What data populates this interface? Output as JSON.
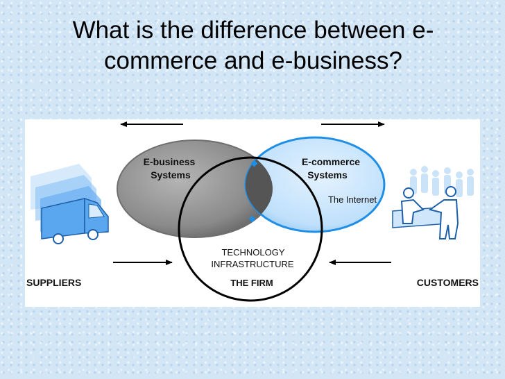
{
  "slide": {
    "title": "What is the difference between e-commerce and e-business?"
  },
  "diagram": {
    "ebusiness": {
      "line1": "E-business",
      "line2": "Systems"
    },
    "ecommerce": {
      "line1": "E-commerce",
      "line2": "Systems"
    },
    "internet": "The Internet",
    "firm": {
      "line1": "TECHNOLOGY",
      "line2": "INFRASTRUCTURE",
      "caption": "THE FIRM"
    },
    "suppliers": "SUPPLIERS",
    "customers": "CUSTOMERS",
    "colors": {
      "ebusiness_fill": "#8a8a8a",
      "ecommerce_fill": "#bfe0fb",
      "ecommerce_stroke": "#1f8ee6",
      "overlap_fill": "#555555",
      "figure_blue": "#5aa7f0"
    }
  }
}
